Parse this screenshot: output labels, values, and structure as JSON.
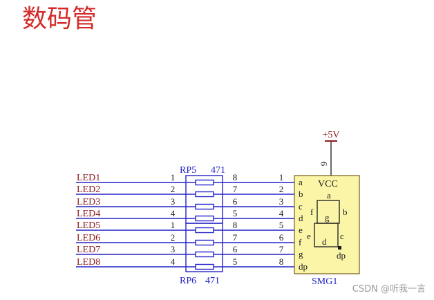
{
  "page": {
    "title": "数码管"
  },
  "colors": {
    "wire": "#2323c8",
    "component": "#2323c8",
    "power": "#8b1a1a",
    "label_dark": "#1a1a1a",
    "net_label": "#8b1a1a",
    "title": "#d42a2a",
    "display_fill": "#fbf5a8",
    "display_border": "#7a5a1a"
  },
  "nets": [
    "LED1",
    "LED2",
    "LED3",
    "LED4",
    "LED5",
    "LED6",
    "LED7",
    "LED8"
  ],
  "resistor_top": {
    "ref": "RP5",
    "value": "471",
    "left_pins": [
      "1",
      "2",
      "3",
      "4"
    ],
    "right_pins": [
      "8",
      "7",
      "6",
      "5"
    ]
  },
  "resistor_bottom": {
    "ref": "RP6",
    "value": "471",
    "left_pins": [
      "1",
      "2",
      "3",
      "4"
    ],
    "right_pins": [
      "8",
      "7",
      "6",
      "5"
    ]
  },
  "display": {
    "ref": "SMG1",
    "vcc_label": "VCC",
    "vcc_pin": "9",
    "power_label": "+5V",
    "pin_numbers": [
      "1",
      "2",
      "3",
      "4",
      "5",
      "6",
      "7",
      "8"
    ],
    "pin_names": [
      "a",
      "b",
      "c",
      "d",
      "e",
      "f",
      "g",
      "dp"
    ],
    "segment_labels": {
      "a": "a",
      "b": "b",
      "c": "c",
      "d": "d",
      "e": "e",
      "f": "f",
      "g": "g",
      "dp": "dp"
    }
  },
  "watermark": "CSDN @听我一言"
}
